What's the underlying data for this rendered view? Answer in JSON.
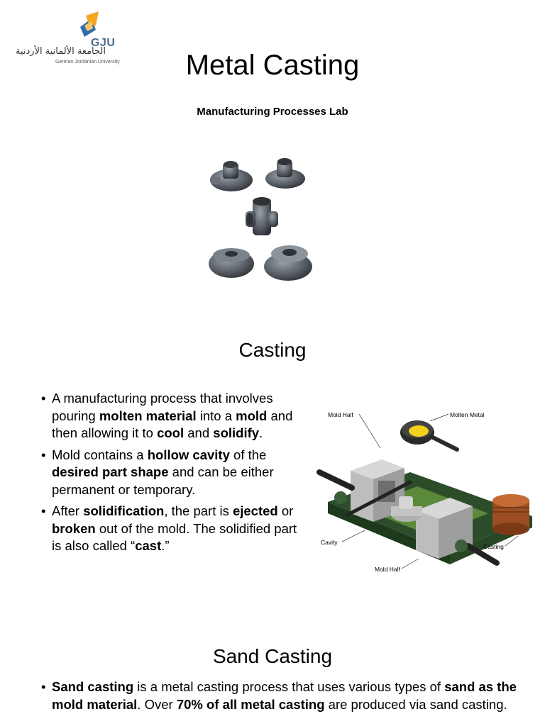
{
  "logo": {
    "arabic": "الجامعة الألمانية الأردنية",
    "abbr": "GJU",
    "english": "German Jordanian University"
  },
  "slide1": {
    "title": "Metal Casting",
    "subtitle": "Manufacturing Processes Lab"
  },
  "slide2": {
    "title": "Casting",
    "bullets": [
      [
        {
          "t": "A manufacturing process that involves pouring "
        },
        {
          "t": "molten material",
          "b": true
        },
        {
          "t": " into a "
        },
        {
          "t": "mold",
          "b": true
        },
        {
          "t": " and then allowing it to "
        },
        {
          "t": "cool",
          "b": true
        },
        {
          "t": " and "
        },
        {
          "t": "solidify",
          "b": true
        },
        {
          "t": "."
        }
      ],
      [
        {
          "t": "Mold contains a "
        },
        {
          "t": "hollow cavity",
          "b": true
        },
        {
          "t": " of the "
        },
        {
          "t": "desired part shape",
          "b": true
        },
        {
          "t": " and can be either permanent or temporary."
        }
      ],
      [
        {
          "t": "After "
        },
        {
          "t": "solidification",
          "b": true
        },
        {
          "t": ", the part is "
        },
        {
          "t": "ejected",
          "b": true
        },
        {
          "t": " or "
        },
        {
          "t": "broken",
          "b": true
        },
        {
          "t": " out of the mold. The solidified part is also called “"
        },
        {
          "t": "cast",
          "b": true
        },
        {
          "t": ".”"
        }
      ]
    ],
    "diagram_labels": {
      "mold_half_top": "Mold Half",
      "molten_metal": "Molten Metal",
      "cavity": "Cavity",
      "casting": "Casting",
      "mold_half_bottom": "Mold Half"
    }
  },
  "slide3": {
    "title": "Sand Casting",
    "bullet": [
      {
        "t": "Sand casting",
        "b": true
      },
      {
        "t": " is a metal casting process that uses various types of "
      },
      {
        "t": "sand as the mold material",
        "b": true
      },
      {
        "t": ". Over "
      },
      {
        "t": "70% of all metal casting",
        "b": true
      },
      {
        "t": " are produced via sand casting."
      }
    ]
  }
}
